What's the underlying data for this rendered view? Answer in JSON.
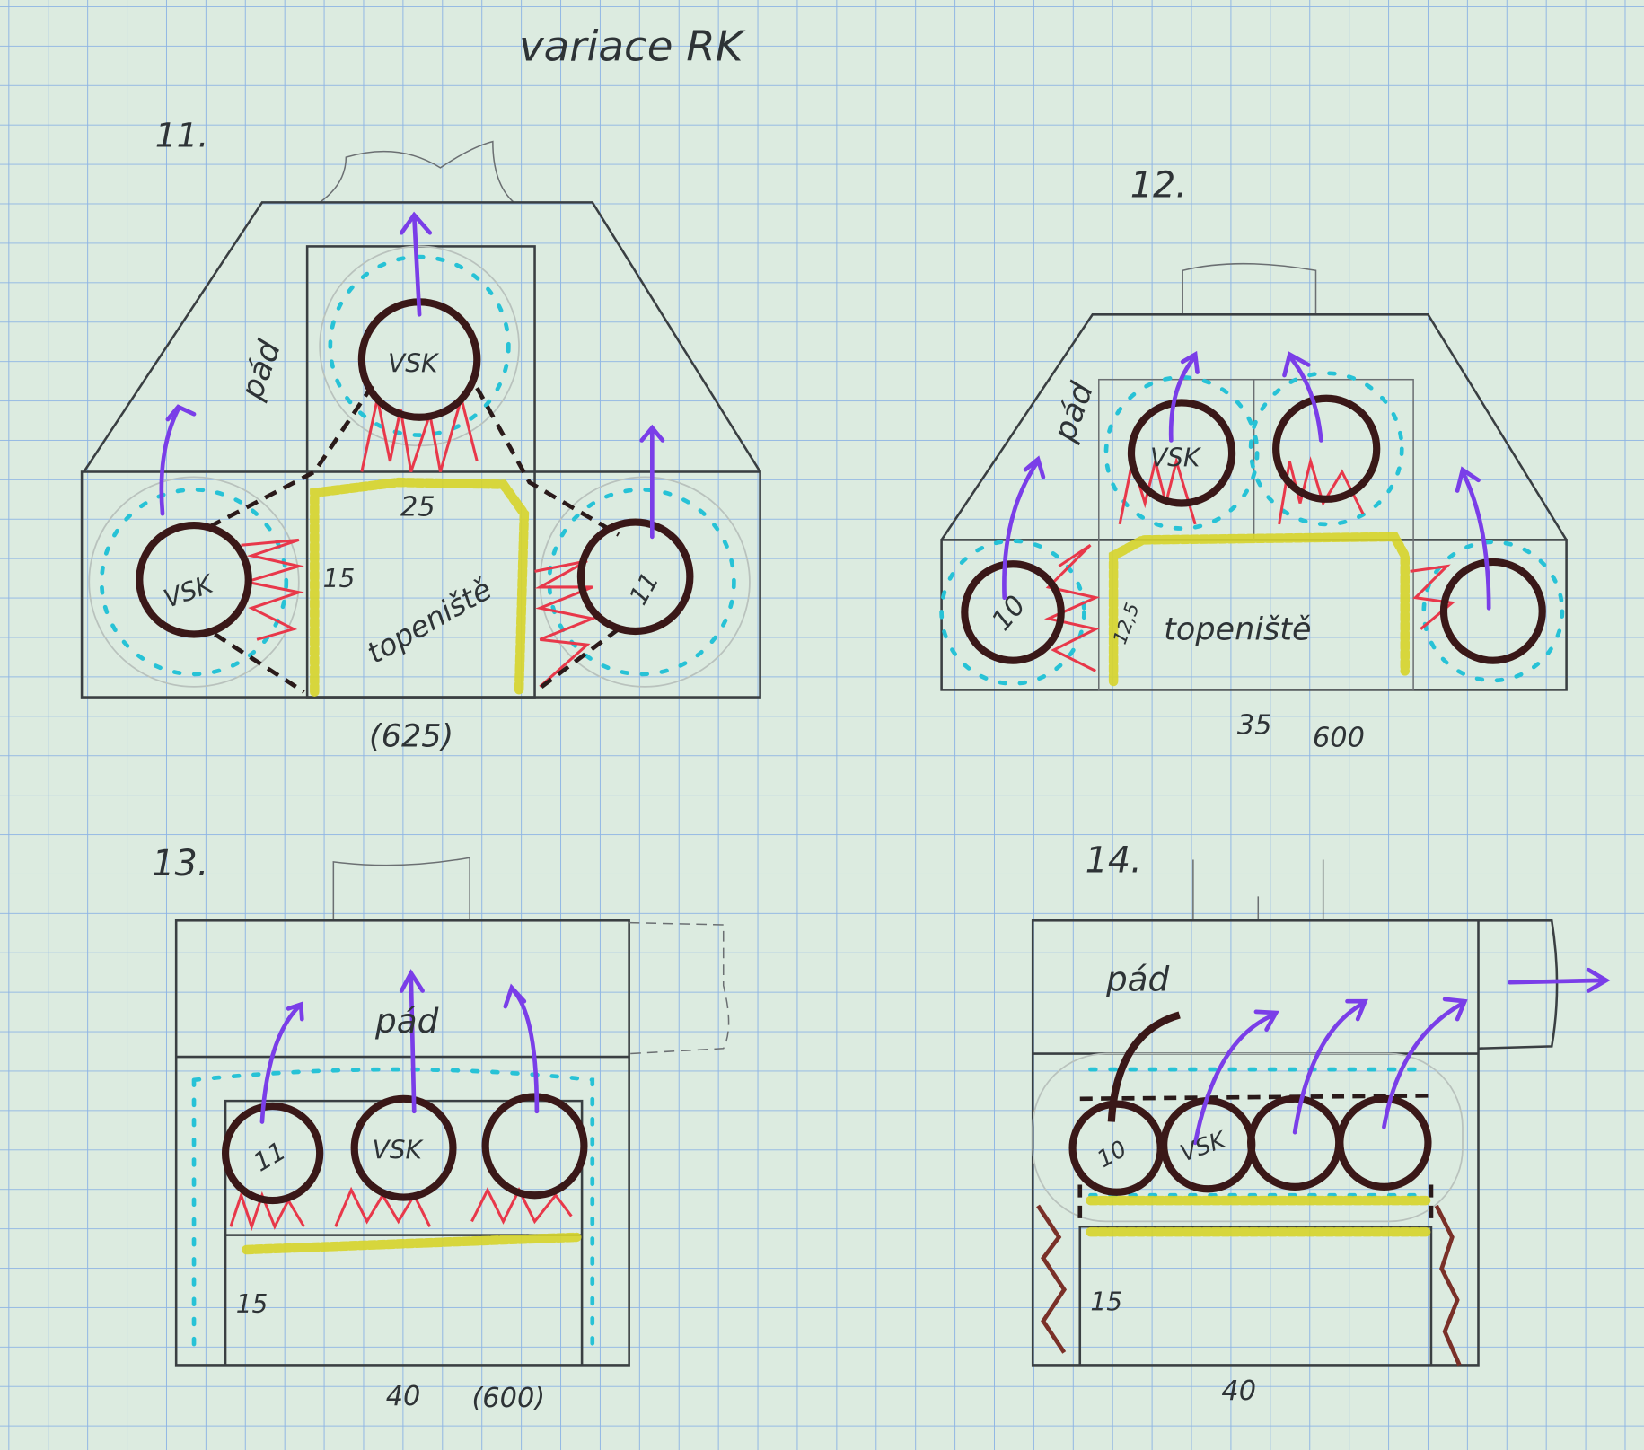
{
  "title": "variace RK",
  "colors": {
    "paper": "#dcebe0",
    "grid": "#8db4e4",
    "flue_arrow": "#7a3ee8",
    "flame": "#e8384a",
    "firebox": "#d6d42a",
    "insulation": "#27c2d6",
    "pipe": "#3a1818"
  },
  "diagrams": [
    {
      "number": "11.",
      "fall_label": "pád",
      "pipe_labels": [
        "VSK",
        "VSK"
      ],
      "diameter_label": "11",
      "firebox_label": "topeniště",
      "firebox_width": "25",
      "firebox_depth": "15",
      "total": "(625)"
    },
    {
      "number": "12.",
      "fall_label": "pád",
      "pipe_labels": [
        "VSK"
      ],
      "diameter_label": "10",
      "firebox_label": "topeniště",
      "firebox_depth": "12,5",
      "firebox_width": "35",
      "total": "600"
    },
    {
      "number": "13.",
      "fall_label": "pád",
      "pipe_labels": [
        "VSK"
      ],
      "diameter_label": "11",
      "firebox_depth": "15",
      "firebox_width": "40",
      "total": "(600)"
    },
    {
      "number": "14.",
      "fall_label": "pád",
      "pipe_labels": [
        "VSK"
      ],
      "diameter_label": "10",
      "firebox_depth": "15",
      "firebox_width": "40"
    }
  ]
}
